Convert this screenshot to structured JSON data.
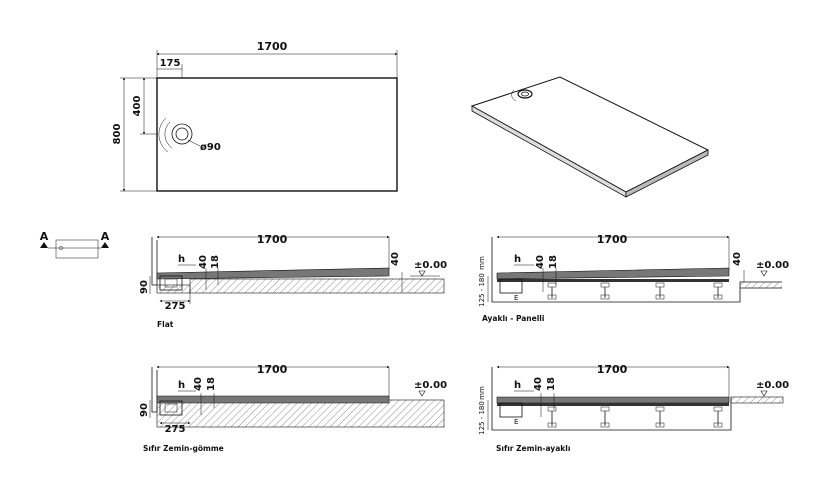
{
  "top_view": {
    "length": "1700",
    "width": "800",
    "drain_offset_x": "175",
    "drain_offset_y": "400",
    "drain_diameter": "ø90"
  },
  "section_marker": {
    "left": "A",
    "right": "A"
  },
  "sections": [
    {
      "caption": "Flat",
      "length": "1700",
      "h": "h",
      "d40": "40",
      "d18": "18",
      "d40b": "40",
      "level": "±0.00",
      "depth": "90",
      "offset": "275"
    },
    {
      "caption": "Ayaklı - Panelli",
      "length": "1700",
      "h": "h",
      "d40": "40",
      "d18": "18",
      "d40b": "40",
      "level": "±0.00",
      "range": "125 - 180",
      "unit": "mm",
      "leg_label": "E"
    },
    {
      "caption": "Sıfır Zemin-gömme",
      "length": "1700",
      "h": "h",
      "d40": "40",
      "d18": "18",
      "level": "±0.00",
      "depth": "90",
      "offset": "275"
    },
    {
      "caption": "Sıfır Zemin-ayaklı",
      "length": "1700",
      "h": "h",
      "d40": "40",
      "d18": "18",
      "level": "±0.00",
      "range": "125 - 180",
      "unit": "mm",
      "leg_label": "E"
    }
  ]
}
